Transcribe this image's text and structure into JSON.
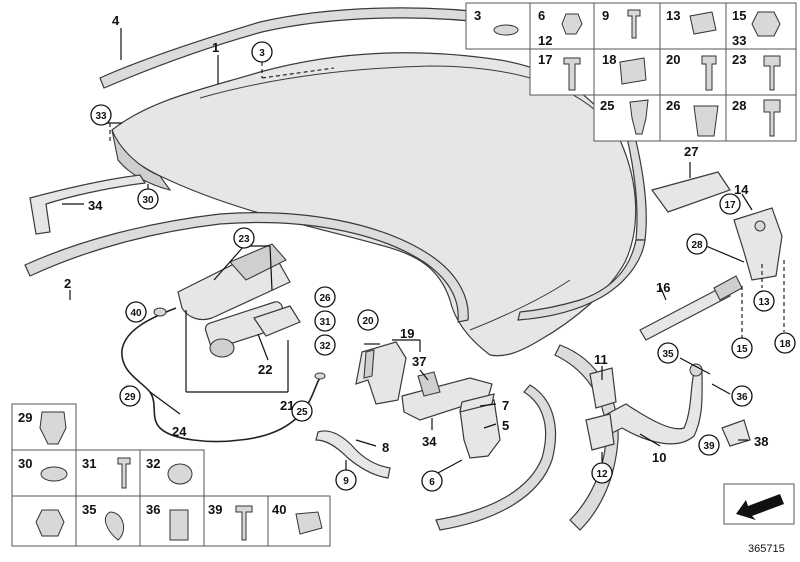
{
  "diagram": {
    "doc_number": "365715",
    "callouts": {
      "c1": "1",
      "c2": "2",
      "c3": "3",
      "c4": "4",
      "c5": "5",
      "c6": "6",
      "c7": "7",
      "c8": "8",
      "c9": "9",
      "c10": "10",
      "c11": "11",
      "c12": "12",
      "c13": "13",
      "c14": "14",
      "c15": "15",
      "c16": "16",
      "c17": "17",
      "c18": "18",
      "c19": "19",
      "c20": "20",
      "c21": "21",
      "c22": "22",
      "c23": "23",
      "c24": "24",
      "c25": "25",
      "c26": "26",
      "c27": "27",
      "c28": "28",
      "c29": "29",
      "c30": "30",
      "c31": "31",
      "c32": "32",
      "c33": "33",
      "c34": "34",
      "c35": "35",
      "c36": "36",
      "c37": "37",
      "c38": "38",
      "c39": "39",
      "c40": "40"
    },
    "table_top_right": {
      "r1": [
        "3",
        "6",
        "9",
        "13",
        "15"
      ],
      "r1_sub": [
        "12",
        "33"
      ],
      "r2": [
        "17",
        "18",
        "20",
        "23"
      ],
      "r3": [
        "25",
        "26",
        "28"
      ]
    },
    "table_bottom_left": {
      "r1": [
        "29"
      ],
      "r2": [
        "30",
        "31",
        "32"
      ],
      "r3": [
        "35",
        "36",
        "39",
        "40"
      ]
    },
    "colors": {
      "line": "#111111",
      "part_fill": "#e6e6e6",
      "part_dark": "#cfcfcf",
      "background": "#ffffff"
    }
  }
}
